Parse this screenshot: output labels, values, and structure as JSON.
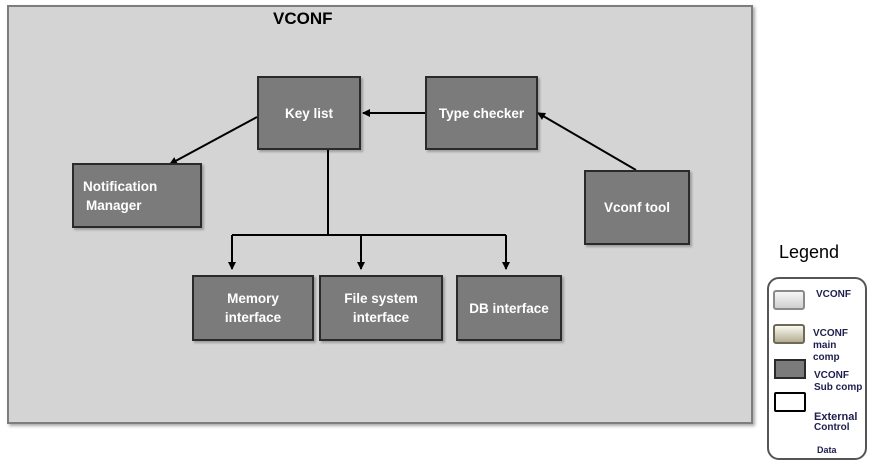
{
  "diagram": {
    "title": "VCONF",
    "nodes": {
      "key_list": "Key list",
      "type_checker": "Type checker",
      "notification_manager": [
        "Notification",
        "Manager"
      ],
      "vconf_tool": "Vconf tool",
      "memory_interface": [
        "Memory",
        "interface"
      ],
      "file_system_interface": [
        "File system",
        "interface"
      ],
      "db_interface": "DB interface"
    },
    "edges": [
      {
        "from": "type_checker",
        "to": "key_list",
        "kind": "control"
      },
      {
        "from": "vconf_tool",
        "to": "type_checker",
        "kind": "control"
      },
      {
        "from": "key_list",
        "to": "notification_manager",
        "kind": "control"
      },
      {
        "from": "key_list",
        "to": "memory_interface",
        "kind": "control"
      },
      {
        "from": "key_list",
        "to": "file_system_interface",
        "kind": "control"
      },
      {
        "from": "key_list",
        "to": "db_interface",
        "kind": "control"
      }
    ]
  },
  "legend": {
    "title": "Legend",
    "vconf": "VCONF",
    "main_comp": [
      "VCONF",
      "main",
      "comp"
    ],
    "sub_comp": [
      "VCONF",
      "Sub comp"
    ],
    "external": "External",
    "control": "Control",
    "data": "Data"
  }
}
